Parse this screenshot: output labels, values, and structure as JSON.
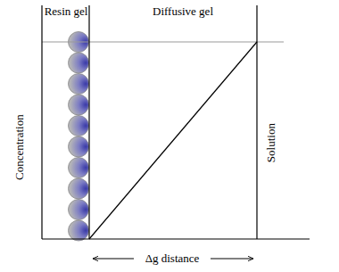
{
  "diagram": {
    "labels": [
      "Resin gel",
      "Diffusive gel",
      "Solution",
      "Concentration",
      "Δg distance"
    ]
  }
}
